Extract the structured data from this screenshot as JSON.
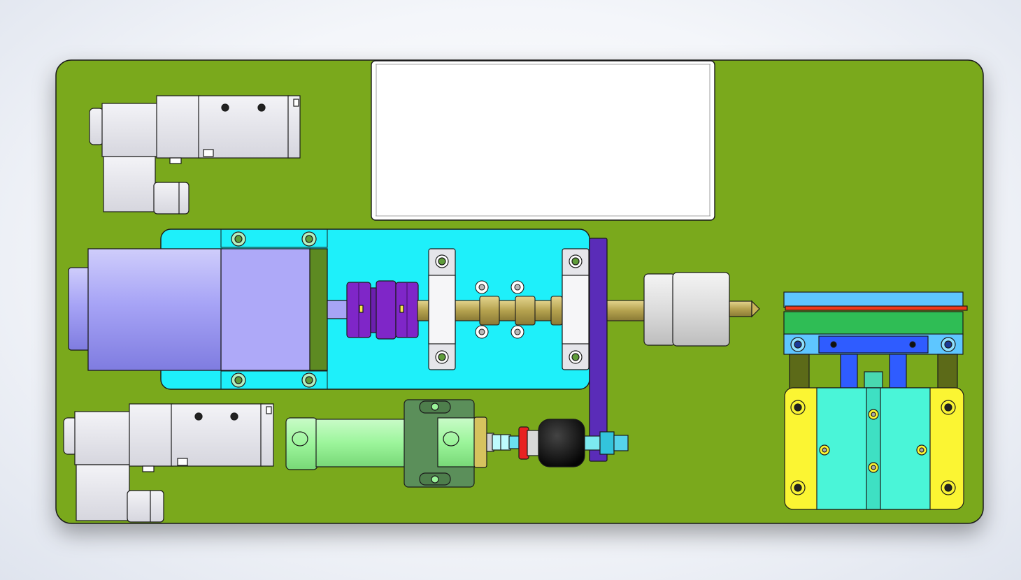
{
  "colors": {
    "base_plate": "#7aa91a",
    "mount_plate": "#1ef0fa",
    "motor_body": "#a7a4f6",
    "motor_flange": "#5d8a22",
    "coupling": "#7f26c8",
    "shaft": "#b5a24f",
    "bracket": "#5a2cb8",
    "cylinder_body": "#9cf59b",
    "cylinder_flange": "#5b8f5a",
    "stage_base": "#4af5d8",
    "stage_side": "#fbf533",
    "stage_top": "#5ec6ff",
    "stage_guide": "#2f5cff",
    "valve_body": "#e7e7ee",
    "cover_box": "#ffffff",
    "limit_black": "#111111",
    "limit_red": "#e82222",
    "edge": "#1b1b1b"
  },
  "components": [
    "base-plate",
    "upper-solenoid-valve",
    "lower-solenoid-valve",
    "cover-box",
    "motor-mount-plate",
    "servo-motor",
    "shaft-coupling",
    "ball-screw-shaft",
    "bearing-support-left",
    "bearing-support-right",
    "tool-holder",
    "vertical-bracket",
    "pneumatic-cylinder",
    "limit-sensor",
    "linear-stage"
  ]
}
